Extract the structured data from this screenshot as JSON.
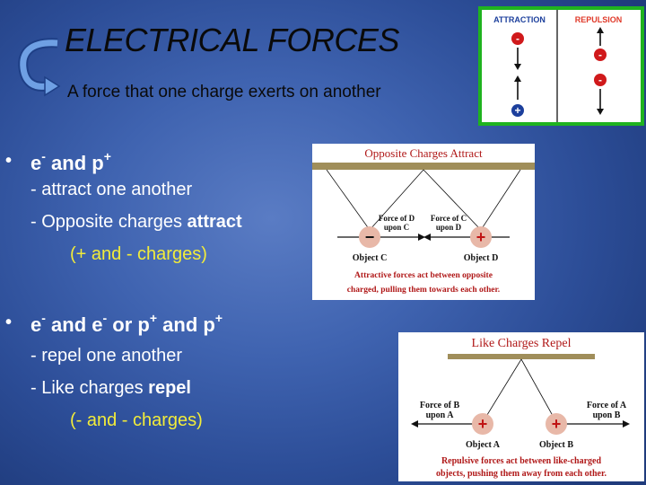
{
  "title": "ELECTRICAL FORCES",
  "subtitle": "A force that one charge exerts on another",
  "bullets": [
    {
      "dot": "•",
      "heading_parts": [
        "e",
        "-",
        " and p",
        "+"
      ],
      "lines": [
        {
          "text": "- attract one another"
        },
        {
          "text": "- Opposite charges ",
          "bold": "attract"
        },
        {
          "text": "(+ and - charges)"
        }
      ]
    },
    {
      "dot": "•",
      "heading_parts": [
        "e",
        "-",
        " and e",
        "-",
        " or p",
        "+",
        " and p",
        "+"
      ],
      "lines": [
        {
          "text": "- repel one another"
        },
        {
          "text": "- Like charges ",
          "bold": "repel"
        },
        {
          "text": "(- and - charges)"
        }
      ]
    }
  ],
  "legend": {
    "attraction_label": "ATTRACTION",
    "repulsion_label": "REPULSION",
    "minus": "-",
    "plus": "+",
    "colors": {
      "green": "#1fb31f",
      "red": "#d0191b",
      "blue": "#1c3f9c",
      "label_red": "#e03a2a"
    }
  },
  "figure_attract": {
    "title": "Opposite Charges Attract",
    "force_d_on_c": [
      "Force of D",
      "upon C"
    ],
    "force_c_on_d": [
      "Force of C",
      "upon D"
    ],
    "object_c": "Object C",
    "object_d": "Object D",
    "minus": "−",
    "plus": "+",
    "caption": [
      "Attractive forces act between opposite",
      "charged, pulling them towards each other."
    ]
  },
  "figure_repel": {
    "title": "Like Charges Repel",
    "force_b_on_a": [
      "Force of B",
      "upon A"
    ],
    "force_a_on_b": [
      "Force of A",
      "upon B"
    ],
    "object_a": "Object A",
    "object_b": "Object B",
    "plus": "+",
    "caption": [
      "Repulsive forces act between like-charged",
      "objects, pushing them away from each other."
    ]
  }
}
